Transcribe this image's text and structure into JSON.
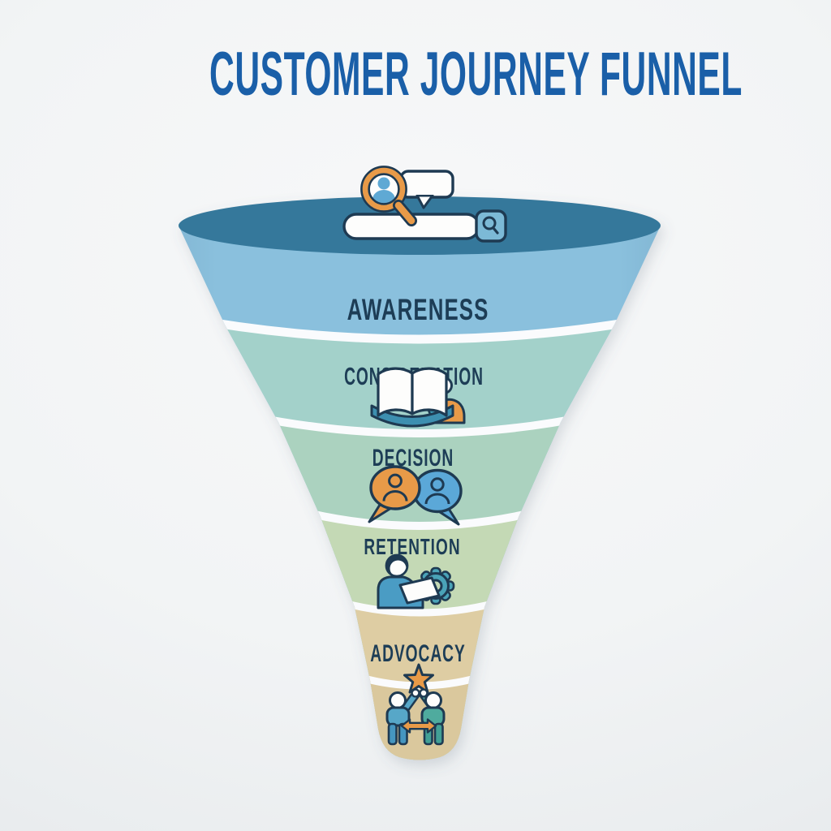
{
  "title": {
    "text": "CUSTOMER JOURNEY FUNNEL",
    "color": "#1a5fa8"
  },
  "funnel": {
    "type": "funnel-diagram",
    "top_color": "#36789b",
    "divider_color": "#fafbfd",
    "label_color": "#1d3d56",
    "outline_color": "#1e3a52",
    "tip_color": "#dac89d",
    "accent_orange": "#e89a48",
    "accent_blue": "#5fa9d4",
    "accent_teal": "#3f9eb8",
    "stages": [
      {
        "id": "awareness",
        "label": "AWARENESS",
        "color": "#8ac0dd",
        "icon": "magnifier-user-speech-bubble-search-bar"
      },
      {
        "id": "consideration",
        "label": "CONSIDERATION",
        "color": "#a3d1ca",
        "icon": "open-book-with-reader"
      },
      {
        "id": "decision",
        "label": "DECISION",
        "color": "#abd2bf",
        "icon": "two-chat-bubbles-with-people"
      },
      {
        "id": "retention",
        "label": "RETENTION",
        "color": "#c4d9b5",
        "icon": "person-with-document-and-gear"
      },
      {
        "id": "advocacy",
        "label": "ADVOCACY",
        "color": "#decda3",
        "icon": "star-and-high-five-people"
      }
    ]
  }
}
